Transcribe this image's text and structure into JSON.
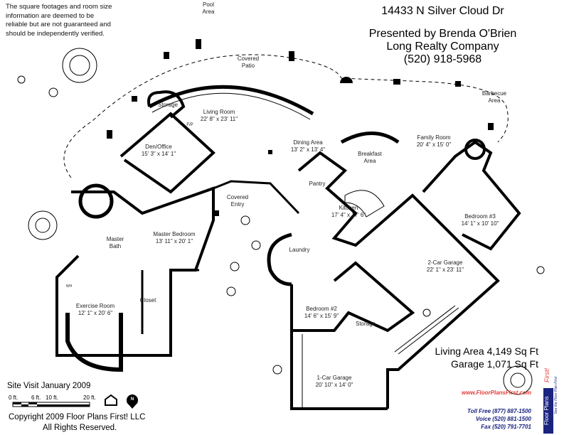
{
  "disclaimer": [
    "The square footages and room size",
    "information are deemed to be",
    "reliable but are not guaranteed and",
    "should be independently verified."
  ],
  "header": {
    "address": "14433 N Silver Cloud Dr",
    "presented_by": "Presented by Brenda O'Brien",
    "company": "Long Realty Company",
    "phone": "(520) 918-5968"
  },
  "rooms": {
    "pool": [
      "Pool",
      "Area"
    ],
    "patio": [
      "Covered",
      "Patio"
    ],
    "barbecue": [
      "Barbecue",
      "Area"
    ],
    "storage1": [
      "Storage"
    ],
    "living": [
      "Living Room",
      "22' 8\" x 23' 11\""
    ],
    "den": [
      "Den/Office",
      "15' 3\" x 14' 1\""
    ],
    "dining": [
      "Dining Area",
      "13' 2\" x 13' 4\""
    ],
    "breakfast": [
      "Breakfast",
      "Area"
    ],
    "family": [
      "Family Room",
      "20' 4\" x 15' 0\""
    ],
    "pantry": [
      "Pantry"
    ],
    "entry": [
      "Covered",
      "Entry"
    ],
    "kitchen": [
      "Kitchen",
      "17' 4\" x 17' 6\""
    ],
    "bed3": [
      "Bedroom #3",
      "14' 1\" x 10' 10\""
    ],
    "mbath": [
      "Master",
      "Bath"
    ],
    "mbed": [
      "Master Bedroom",
      "13' 11\" x 20' 1\""
    ],
    "laundry": [
      "Laundry"
    ],
    "garage2": [
      "2-Car Garage",
      "22' 1\" x 23' 11\""
    ],
    "closet": [
      "Closet"
    ],
    "exercise": [
      "Exercise Room",
      "12' 1\" x 20' 6\""
    ],
    "bed2": [
      "Bedroom #2",
      "14' 6\" x 15' 9\""
    ],
    "storage2": [
      "Storage"
    ],
    "garage1": [
      "1-Car Garage",
      "20' 10\" x 14' 0\""
    ]
  },
  "fixtures": {
    "fireplace": "F/P",
    "water_heater": "WH"
  },
  "areas": {
    "living": "Living Area 4,149 Sq Ft",
    "garage": "Garage 1,071 Sq Ft"
  },
  "footer": {
    "site_visit": "Site Visit January 2009",
    "scale": [
      "0 ft.",
      "6 ft.",
      "10 ft.",
      "20 ft."
    ],
    "north": "N",
    "copyright": "Copyright 2009 Floor Plans First! LLC",
    "rights": "All Rights Reserved."
  },
  "brand": {
    "url": "www.FloorPlansFirst.com",
    "toll_free": "Toll Free (877) 887-1500",
    "voice": "Voice (520) 881-1500",
    "fax": "Fax (520) 791-7701",
    "logo_text": [
      "Floor Plans",
      "First!",
      "See the Floor Plan First"
    ],
    "colors": {
      "red": "#e53935",
      "navy": "#1a237e"
    }
  }
}
